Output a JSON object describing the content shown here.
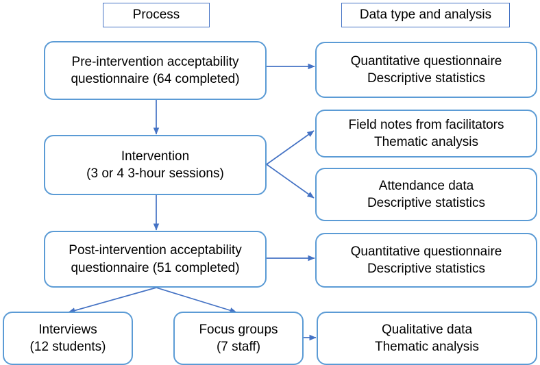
{
  "diagram": {
    "title_columns": [
      {
        "id": "process",
        "label": "Process"
      },
      {
        "id": "data-type-analysis",
        "label": "Data type and analysis"
      }
    ],
    "colors": {
      "box_border": "#5B9BD5",
      "header_border": "#4472C4",
      "arrow": "#4472C4",
      "background": "#FFFFFF",
      "text": "#000000"
    },
    "nodes": [
      {
        "id": "pre-intervention-questionnaire",
        "column": "process",
        "line1": "Pre-intervention acceptability",
        "line2": "questionnaire (64 completed)"
      },
      {
        "id": "quantitative-questionnaire-pre",
        "column": "data-type-analysis",
        "line1": "Quantitative questionnaire",
        "line2": "Descriptive statistics"
      },
      {
        "id": "intervention",
        "column": "process",
        "line1": "Intervention",
        "line2": "(3 or 4 3-hour sessions)"
      },
      {
        "id": "field-notes-facilitators",
        "column": "data-type-analysis",
        "line1": "Field notes from facilitators",
        "line2": "Thematic analysis"
      },
      {
        "id": "attendance-data",
        "column": "data-type-analysis",
        "line1": "Attendance data",
        "line2": "Descriptive statistics"
      },
      {
        "id": "post-intervention-questionnaire",
        "column": "process",
        "line1": "Post-intervention acceptability",
        "line2": "questionnaire (51 completed)"
      },
      {
        "id": "quantitative-questionnaire-post",
        "column": "data-type-analysis",
        "line1": "Quantitative questionnaire",
        "line2": "Descriptive statistics"
      },
      {
        "id": "interviews",
        "column": "process",
        "line1": "Interviews",
        "line2": "(12 students)"
      },
      {
        "id": "focus-groups",
        "column": "process",
        "line1": "Focus groups",
        "line2": "(7 staff)"
      },
      {
        "id": "qualitative-data",
        "column": "data-type-analysis",
        "line1": "Qualitative data",
        "line2": "Thematic analysis"
      }
    ],
    "edges": [
      {
        "from": "pre-intervention-questionnaire",
        "to": "quantitative-questionnaire-pre"
      },
      {
        "from": "pre-intervention-questionnaire",
        "to": "intervention"
      },
      {
        "from": "intervention",
        "to": "field-notes-facilitators"
      },
      {
        "from": "intervention",
        "to": "attendance-data"
      },
      {
        "from": "intervention",
        "to": "post-intervention-questionnaire"
      },
      {
        "from": "post-intervention-questionnaire",
        "to": "quantitative-questionnaire-post"
      },
      {
        "from": "post-intervention-questionnaire",
        "to": "interviews"
      },
      {
        "from": "post-intervention-questionnaire",
        "to": "focus-groups"
      },
      {
        "from": "focus-groups",
        "to": "qualitative-data"
      }
    ]
  }
}
